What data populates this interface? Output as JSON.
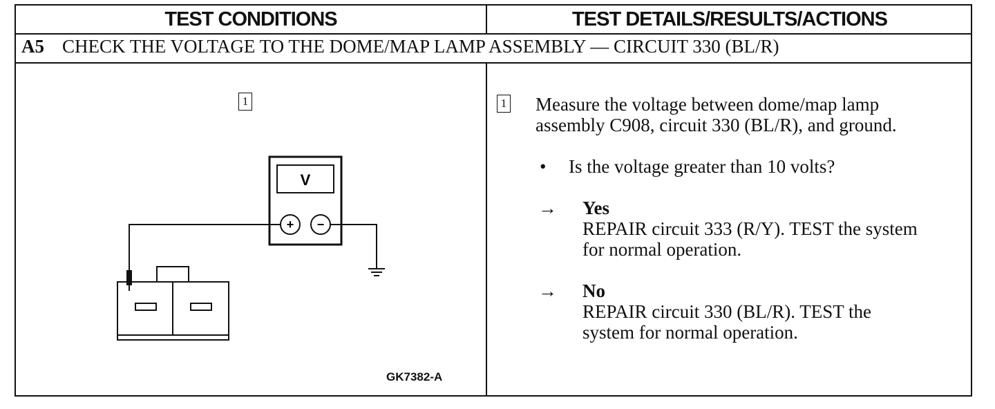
{
  "header": {
    "left": "TEST CONDITIONS",
    "right": "TEST DETAILS/RESULTS/ACTIONS"
  },
  "step": {
    "number": "A5",
    "title": "CHECK THE VOLTAGE TO THE DOME/MAP LAMP ASSEMBLY — CIRCUIT 330 (BL/R)"
  },
  "conditions": {
    "marker": "1",
    "meter_label": "V",
    "plus": "+",
    "minus": "−",
    "figure_ref": "GK7382-A"
  },
  "details": {
    "marker": "1",
    "instruction_1": "Measure the voltage between dome/map lamp",
    "instruction_2": "assembly C908, circuit 330 (BL/R), and ground.",
    "bullet": "•",
    "question": "Is the voltage greater than 10 volts?",
    "arrow": "→",
    "yes_label": "Yes",
    "yes_action_1": "REPAIR circuit 333 (R/Y). TEST the system",
    "yes_action_2": "for normal operation.",
    "no_label": "No",
    "no_action_1": "REPAIR circuit 330 (BL/R). TEST the",
    "no_action_2": "system for normal operation."
  }
}
